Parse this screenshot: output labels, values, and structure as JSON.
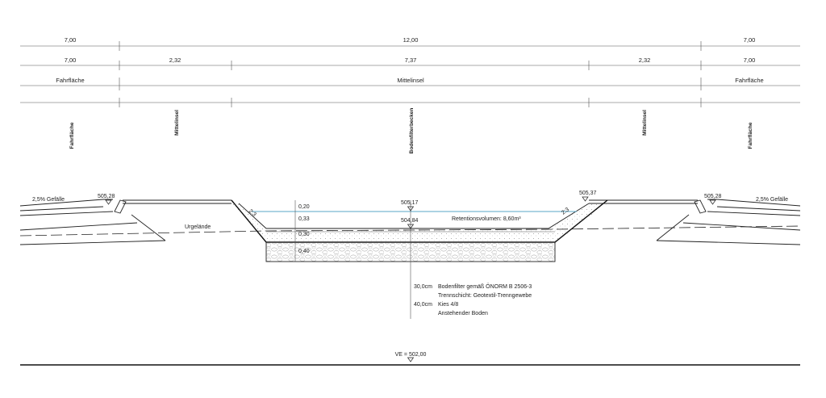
{
  "dimension_rows": [
    {
      "segments": [
        {
          "label": "7,00"
        },
        {
          "label": "12,00"
        },
        {
          "label": "7,00"
        }
      ]
    },
    {
      "segments": [
        {
          "label": "7,00"
        },
        {
          "label": "2,32"
        },
        {
          "label": "7,37"
        },
        {
          "label": "2,32"
        },
        {
          "label": "7,00"
        }
      ]
    },
    {
      "segments": [
        {
          "label": "Fahrfläche"
        },
        {
          "label": "Mittelinsel"
        },
        {
          "label": "Fahrfläche"
        }
      ]
    }
  ],
  "vertical_labels": [
    "Fahrfläche",
    "Mittelinsel",
    "Bodenfilterbecken",
    "Mittelinsel",
    "Fahrfläche"
  ],
  "section": {
    "slope_left": "2,5% Gefälle",
    "slope_right": "2,5% Gefälle",
    "elev_left_edge": "505,28",
    "elev_right_edge": "505,28",
    "elev_inner_right": "505,37",
    "elev_water": "505,17",
    "elev_bottom": "504,84",
    "embankment_slope_left": "2:3",
    "embankment_slope_right": "2:3",
    "original_ground": "Urgelände",
    "retention": "Retentionsvolumen: 8,60m³",
    "layer_depths": [
      "0,20",
      "0,33",
      "0,30",
      "0,40"
    ]
  },
  "legend": [
    {
      "thickness": "30,0cm",
      "text": "Bodenfilter gemäß ÖNORM B 2506-3"
    },
    {
      "thickness": "",
      "text": "Trennschicht: Geotextil-Trenngewebe"
    },
    {
      "thickness": "40,0cm",
      "text": "Kies 4/8"
    },
    {
      "thickness": "",
      "text": "Anstehender Boden"
    }
  ],
  "reference_level": "VE = 502,00",
  "colors": {
    "line": "#222222",
    "water": "#5aa7c7",
    "gravel": "#9a9a9a",
    "background": "#ffffff"
  }
}
